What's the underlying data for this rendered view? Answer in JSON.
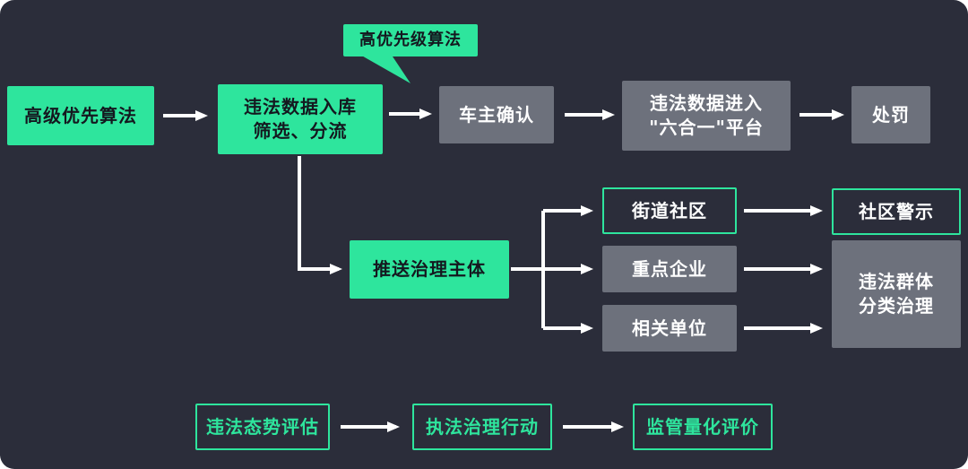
{
  "colors": {
    "background": "#2b2d3a",
    "green": "#2ee59d",
    "grayBox": "#6d717c",
    "arrow": "#ffffff",
    "darkText": "#14181f"
  },
  "nodes": {
    "advanced_priority_algorithm": {
      "label": "高级优先算法"
    },
    "high_priority_algorithm_callout": {
      "label": "高优先级算法"
    },
    "violation_data_intake": {
      "label": "违法数据入库\n筛选、分流"
    },
    "owner_confirmation": {
      "label": "车主确认"
    },
    "violation_data_platform": {
      "label": "违法数据进入\n\"六合一\"平台"
    },
    "punishment": {
      "label": "处罚"
    },
    "push_governance_subject": {
      "label": "推送治理主体"
    },
    "street_community": {
      "label": "街道社区"
    },
    "key_enterprises": {
      "label": "重点企业"
    },
    "related_units": {
      "label": "相关单位"
    },
    "community_warning": {
      "label": "社区警示"
    },
    "violation_group_classified_governance": {
      "label": "违法群体\n分类治理"
    },
    "violation_situation_assessment": {
      "label": "违法态势评估"
    },
    "enforcement_governance_action": {
      "label": "执法治理行动"
    },
    "regulatory_quantitative_evaluation": {
      "label": "监管量化评价"
    }
  }
}
